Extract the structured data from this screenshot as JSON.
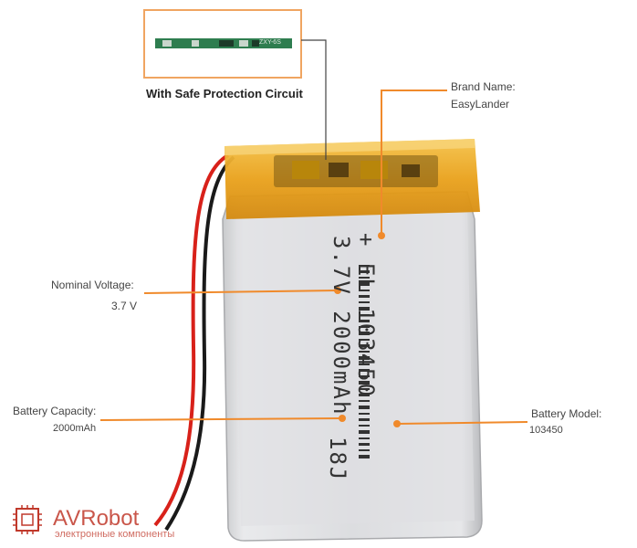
{
  "pcb_callout": {
    "caption": "With Safe Protection Circuit",
    "pcb_marking": "ZXY-6S"
  },
  "annotations": {
    "brand": {
      "label": "Brand Name:",
      "value": "EasyLander"
    },
    "voltage": {
      "label": "Nominal Voltage:",
      "value": "3.7 V"
    },
    "capacity": {
      "label": "Battery Capacity:",
      "value": "2000mAh"
    },
    "model": {
      "label": "Battery Model:",
      "value": "103450"
    }
  },
  "battery_print": {
    "line1": "+ EL 103450",
    "line2": "3.7V 2000mAh",
    "line3": "18J"
  },
  "watermark": {
    "name": "AVRobot",
    "tagline": "электронные компоненты"
  },
  "colors": {
    "accent_orange": "#f08a2b",
    "callout_border": "#f0a561",
    "tape_amber": "#e8a21a",
    "battery_silver": "#d9dadc",
    "wire_red": "#d8211a",
    "wire_black": "#1a1a1a",
    "watermark_red": "#c0392b"
  }
}
